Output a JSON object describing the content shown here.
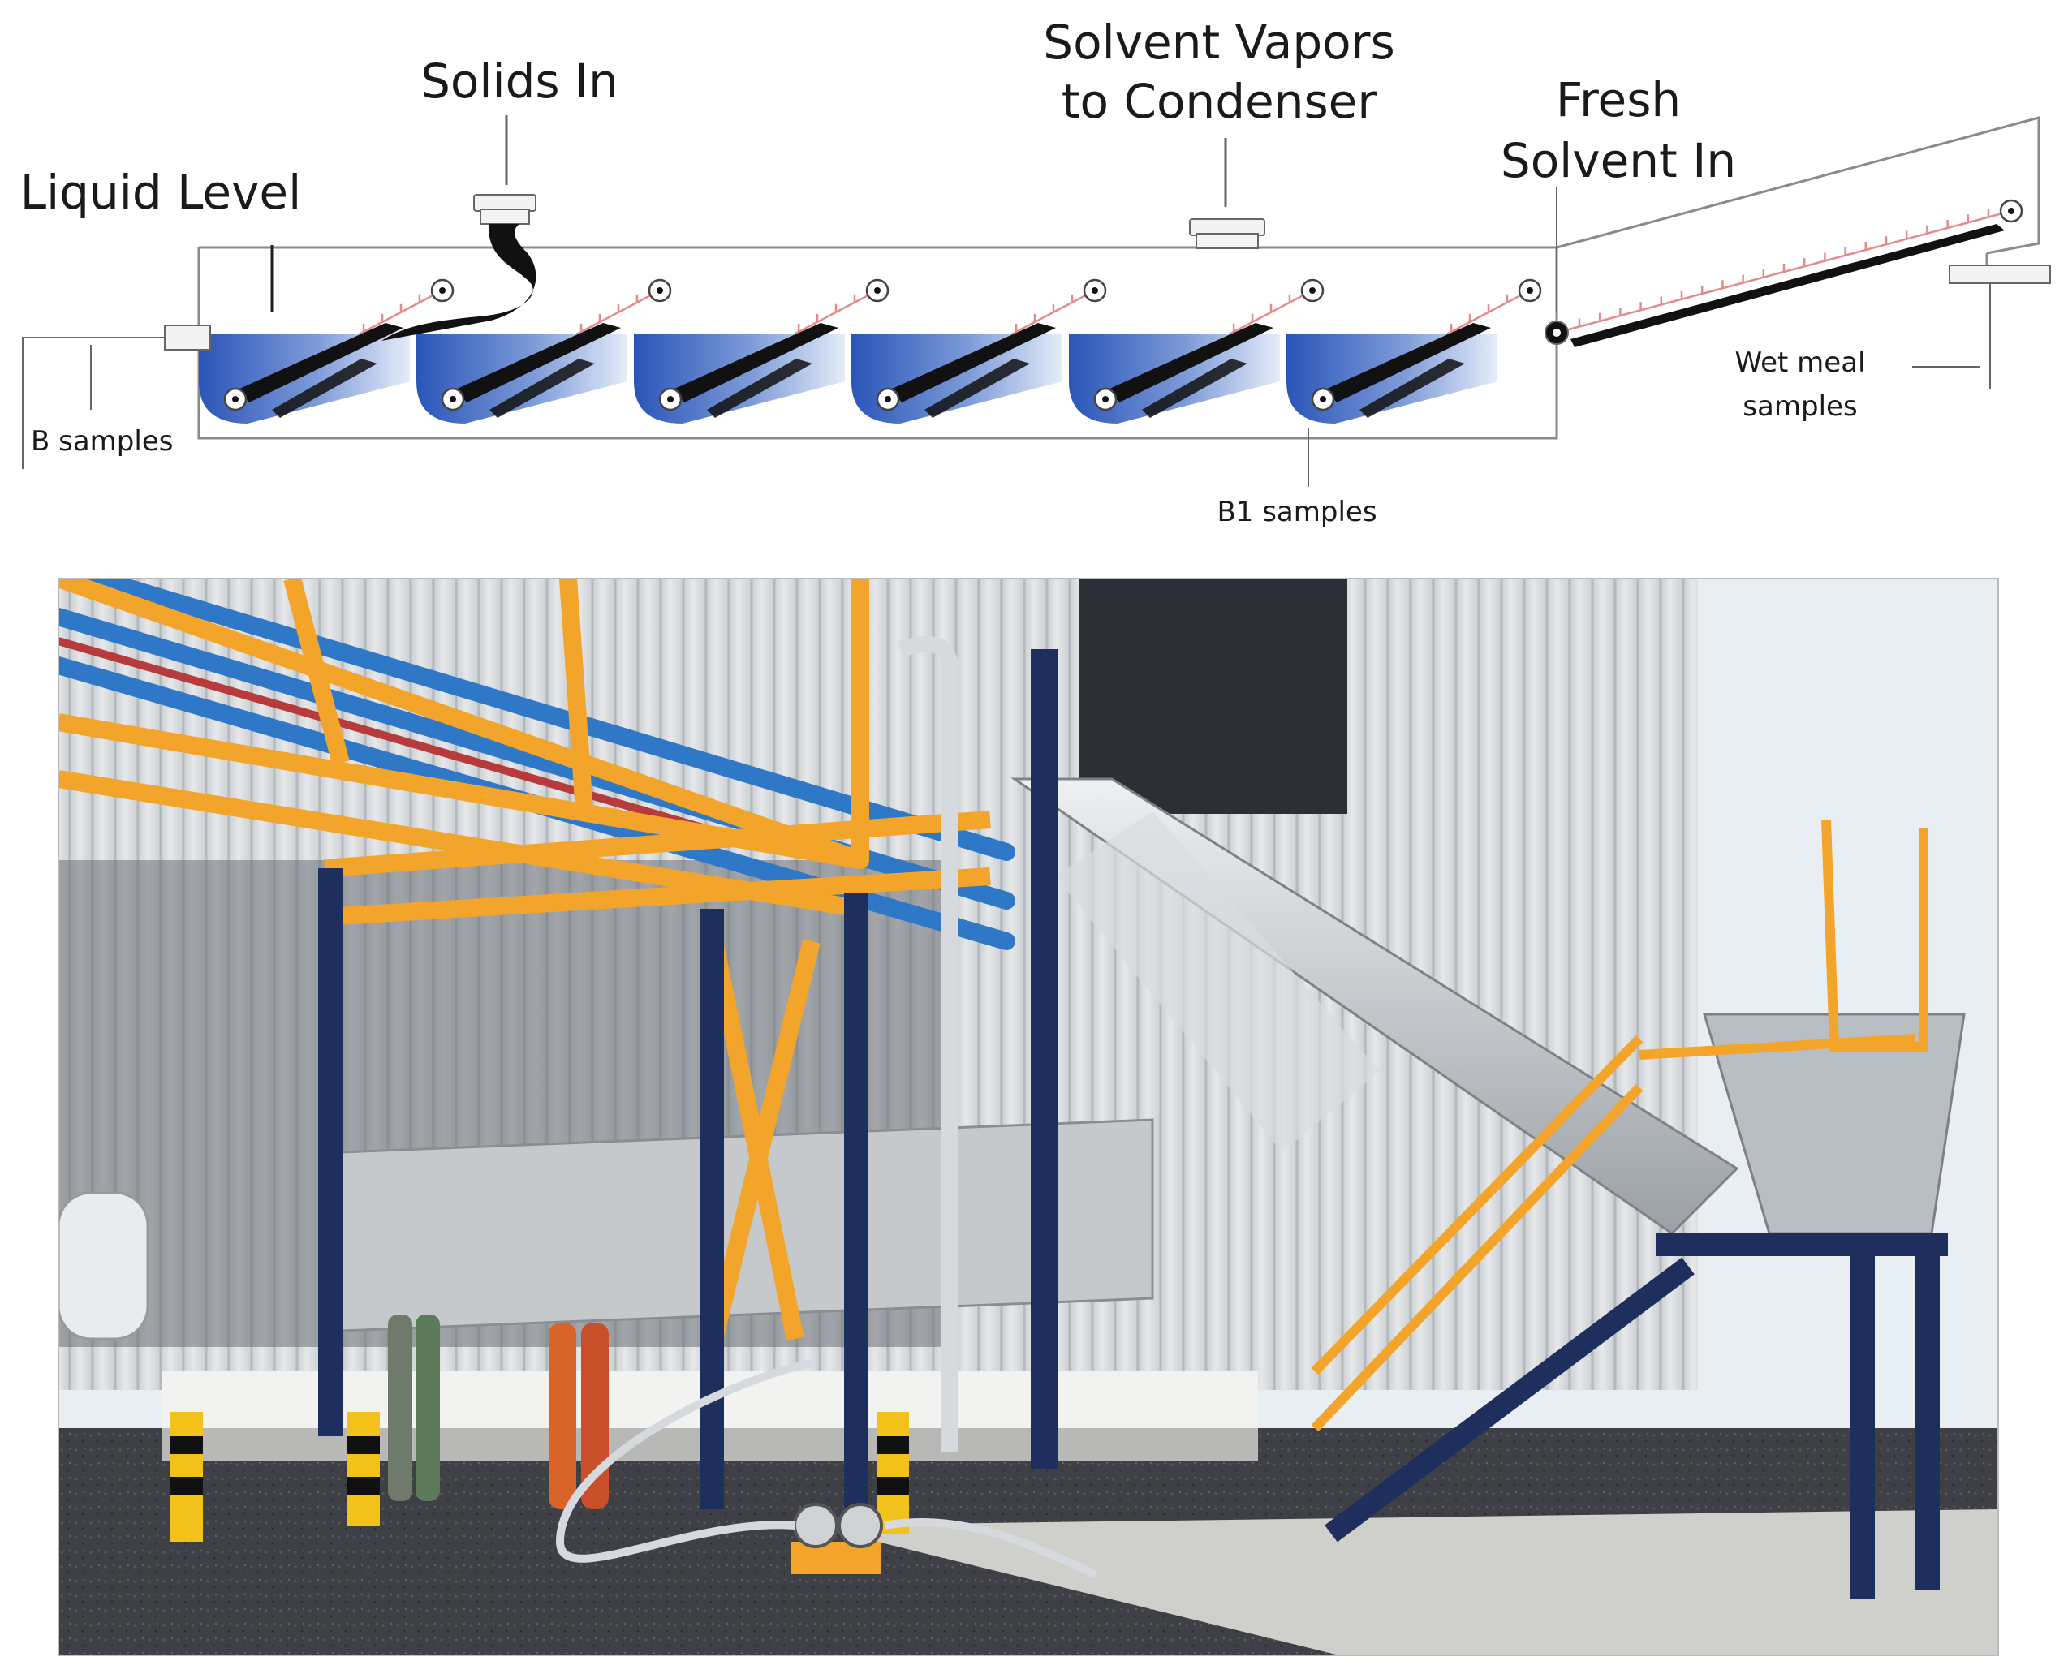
{
  "diagram": {
    "labels": {
      "solids_in": "Solids In",
      "solvent_vapors_line1": "Solvent Vapors",
      "solvent_vapors_line2": "to Condenser",
      "fresh_solvent_line1": "Fresh",
      "fresh_solvent_line2": "Solvent In",
      "liquid_level": "Liquid Level",
      "b_samples": "B samples",
      "b1_samples": "B1 samples",
      "wet_meal_line1": "Wet meal",
      "wet_meal_line2": "samples"
    },
    "stage_count": 6
  },
  "photo": {
    "subject": "solvent-extractor-plant"
  },
  "colors": {
    "liquid_dark": "#2a55b8",
    "liquid_light": "#c6d7f2",
    "solids": "#111111",
    "chain": "#e58a8a",
    "outline": "#8a8a8a",
    "steel_orange": "#f2a52a",
    "steel_blue": "#1e2f5e",
    "pipe_blue": "#2f78c8",
    "cladding": "#d9dcde",
    "ground": "#3d3f44",
    "sky": "#e8eef2"
  }
}
